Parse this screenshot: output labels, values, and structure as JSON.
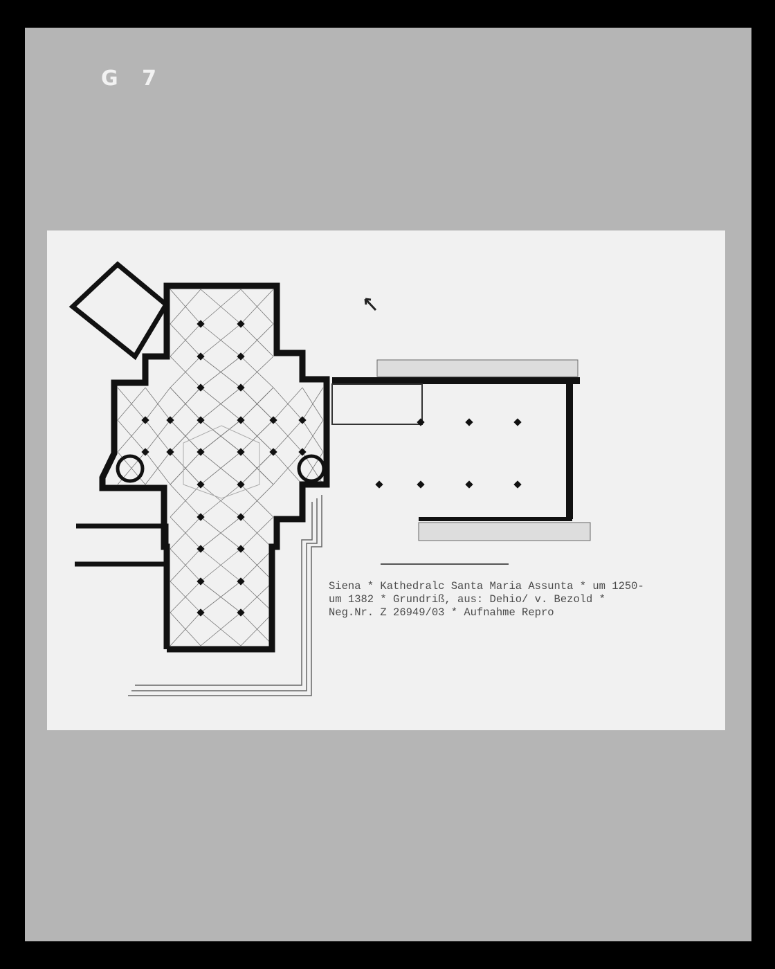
{
  "board": {
    "label": "G 7"
  },
  "caption": {
    "lines": [
      "Siena * Kathedralc Santa Maria Assunta * um 1250-",
      "um 1382 * Grundriß, aus: Dehio/ v. Bezold *",
      "Neg.Nr. Z 26949/03 * Aufnahme Repro"
    ]
  }
}
